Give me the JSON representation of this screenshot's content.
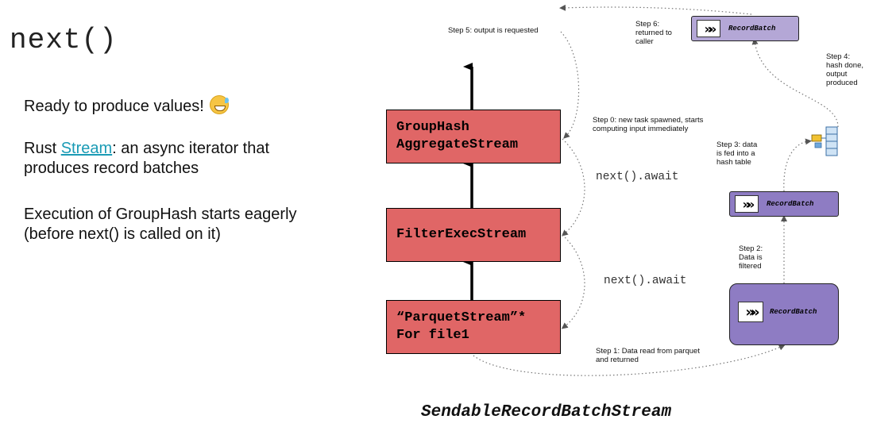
{
  "slide": {
    "title": "next()",
    "bullets": {
      "b1_text": "Ready to produce values!",
      "b2_prefix": "Rust ",
      "b2_link": "Stream",
      "b2_suffix": ": an async iterator that produces record batches",
      "b3_text": "Execution of GroupHash starts eagerly (before next() is called on it)"
    }
  },
  "diagram": {
    "boxes": {
      "group_hash": "GroupHash\nAggregateStream",
      "filter": "FilterExecStream",
      "parquet": "“ParquetStream”*\nFor file1"
    },
    "awaits": {
      "upper": "next().await",
      "lower": "next().await"
    },
    "steps": {
      "step0": "Step 0: new task spawned, starts\ncomputing input immediately",
      "step1": "Step 1: Data read from parquet\nand returned",
      "step2": "Step 2:\nData is\nfiltered",
      "step3": "Step 3: data\nis fed into a\nhash table",
      "step4": "Step 4:\nhash done,\noutput\nproduced",
      "step5": "Step 5: output is requested",
      "step6": "Step 6:\nreturned to\ncaller"
    },
    "record_batch_label": "RecordBatch",
    "chevron_glyph": "»»",
    "caption": "SendableRecordBatchStream"
  },
  "colors": {
    "stream_box": "#e06666",
    "record_batch": "#8e7cc3",
    "record_batch_light": "#b4a7d6",
    "link": "#1a9bb5"
  }
}
